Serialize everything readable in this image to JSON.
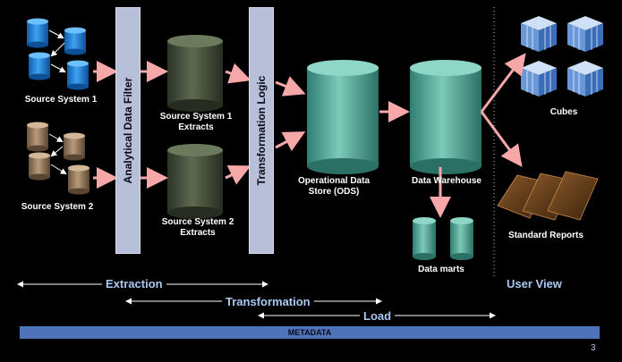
{
  "labels": {
    "source1": "Source System 1",
    "source2": "Source System 2",
    "filter": "Analytical Data Filter",
    "transform_logic": "Transformation Logic",
    "extract1_line1": "Source System 1",
    "extract1_line2": "Extracts",
    "extract2_line1": "Source System 2",
    "extract2_line2": "Extracts",
    "ods_line1": "Operational Data",
    "ods_line2": "Store (ODS)",
    "warehouse": "Data Warehouse",
    "marts": "Data marts",
    "cubes": "Cubes",
    "reports": "Standard Reports"
  },
  "phases": {
    "extraction": "Extraction",
    "transformation": "Transformation",
    "load": "Load",
    "user_view": "User View"
  },
  "metadata": "METADATA",
  "page_number": "3",
  "colors": {
    "background": "#000000",
    "source1_db": "#1a86e0",
    "source2_db": "#9a8163",
    "extract_db": "#4a5640",
    "ods_db": "#5fb3a4",
    "filter_bar": "#b8bfd8",
    "arrow": "#f6a8a8",
    "metadata_bar": "#4f73b8",
    "phase_text": "#a9c9f2"
  }
}
